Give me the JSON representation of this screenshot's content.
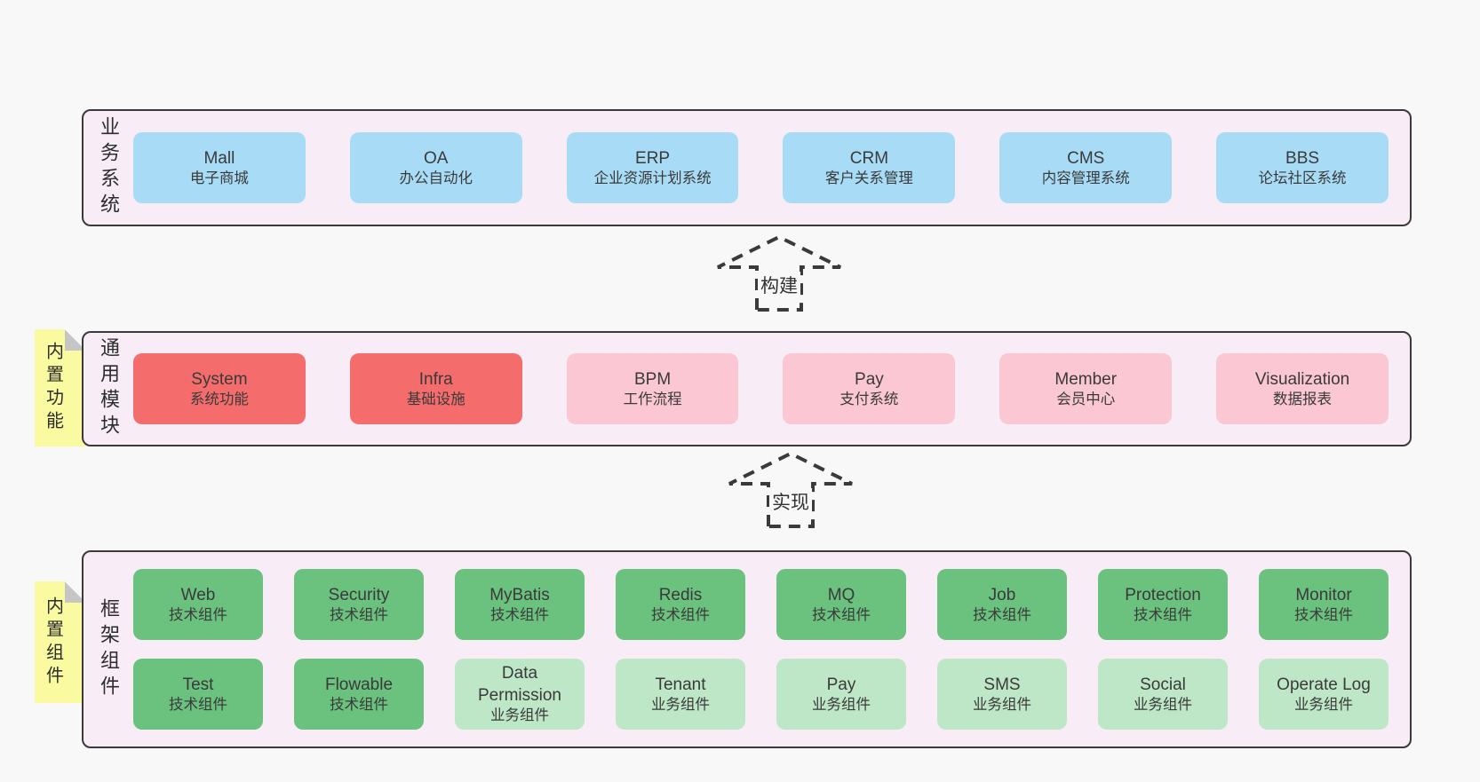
{
  "colors": {
    "page_background": "#f8f8f8",
    "layer_fill": "#f8edf7",
    "layer_border": "#3a3a3a",
    "box_blue": "#a8dcf6",
    "box_red": "#f56c6c",
    "box_pink": "#fac7d2",
    "box_green": "#6bc17e",
    "box_green_light": "#bee7c7",
    "sticky_yellow": "#fafaa0",
    "sticky_fold_gray": "#c6c6c6",
    "text": "#3a3a3a"
  },
  "layers": [
    {
      "label": "业务系统",
      "sticky": null,
      "rows": [
        [
          {
            "en": "Mall",
            "cn": "电子商城",
            "variant": "blue"
          },
          {
            "en": "OA",
            "cn": "办公自动化",
            "variant": "blue"
          },
          {
            "en": "ERP",
            "cn": "企业资源计划系统",
            "variant": "blue"
          },
          {
            "en": "CRM",
            "cn": "客户关系管理",
            "variant": "blue"
          },
          {
            "en": "CMS",
            "cn": "内容管理系统",
            "variant": "blue"
          },
          {
            "en": "BBS",
            "cn": "论坛社区系统",
            "variant": "blue"
          }
        ]
      ]
    },
    {
      "label": "通用模块",
      "sticky": "内置功能",
      "rows": [
        [
          {
            "en": "System",
            "cn": "系统功能",
            "variant": "red"
          },
          {
            "en": "Infra",
            "cn": "基础设施",
            "variant": "red"
          },
          {
            "en": "BPM",
            "cn": "工作流程",
            "variant": "pink"
          },
          {
            "en": "Pay",
            "cn": "支付系统",
            "variant": "pink"
          },
          {
            "en": "Member",
            "cn": "会员中心",
            "variant": "pink"
          },
          {
            "en": "Visualization",
            "cn": "数据报表",
            "variant": "pink"
          }
        ]
      ]
    },
    {
      "label": "框架组件",
      "sticky": "内置组件",
      "rows": [
        [
          {
            "en": "Web",
            "cn": "技术组件",
            "variant": "green"
          },
          {
            "en": "Security",
            "cn": "技术组件",
            "variant": "green"
          },
          {
            "en": "MyBatis",
            "cn": "技术组件",
            "variant": "green"
          },
          {
            "en": "Redis",
            "cn": "技术组件",
            "variant": "green"
          },
          {
            "en": "MQ",
            "cn": "技术组件",
            "variant": "green"
          },
          {
            "en": "Job",
            "cn": "技术组件",
            "variant": "green"
          },
          {
            "en": "Protection",
            "cn": "技术组件",
            "variant": "green"
          },
          {
            "en": "Monitor",
            "cn": "技术组件",
            "variant": "green"
          }
        ],
        [
          {
            "en": "Test",
            "cn": "技术组件",
            "variant": "green"
          },
          {
            "en": "Flowable",
            "cn": "技术组件",
            "variant": "green"
          },
          {
            "en": "Data Permission",
            "cn": "业务组件",
            "variant": "green-light"
          },
          {
            "en": "Tenant",
            "cn": "业务组件",
            "variant": "green-light"
          },
          {
            "en": "Pay",
            "cn": "业务组件",
            "variant": "green-light"
          },
          {
            "en": "SMS",
            "cn": "业务组件",
            "variant": "green-light"
          },
          {
            "en": "Social",
            "cn": "业务组件",
            "variant": "green-light"
          },
          {
            "en": "Operate Log",
            "cn": "业务组件",
            "variant": "green-light"
          }
        ]
      ]
    }
  ],
  "arrows": [
    {
      "label": "构建"
    },
    {
      "label": "实现"
    }
  ]
}
